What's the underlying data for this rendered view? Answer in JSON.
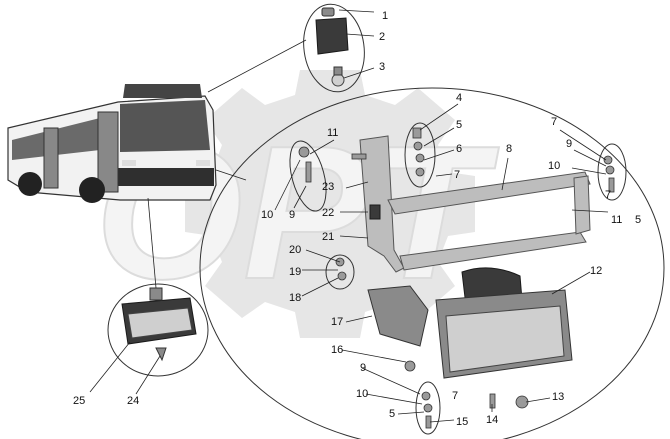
{
  "colors": {
    "background": "#ffffff",
    "watermark": "#e6e6e6",
    "part_dark": "#3a3a3a",
    "part_light": "#cfcfcf",
    "label_text": "#111111"
  },
  "icons": {
    "bus": "bus-icon",
    "roof-lamp": "roof-lamp-icon",
    "fog-lamp": "fog-lamp-icon",
    "headlamp": "headlamp-icon",
    "turn-signal-lens": "turn-signal-lens-icon",
    "mounting-bracket": "mounting-bracket-icon",
    "bulb": "bulb-icon",
    "bolt": "bolt-icon",
    "washer": "washer-icon",
    "nut": "nut-icon"
  },
  "watermark_text": "OPT",
  "callouts": [
    {
      "text": "1"
    },
    {
      "text": "2"
    },
    {
      "text": "3"
    },
    {
      "text": "4"
    },
    {
      "text": "5"
    },
    {
      "text": "6"
    },
    {
      "text": "7"
    },
    {
      "text": "8"
    },
    {
      "text": "7"
    },
    {
      "text": "9"
    },
    {
      "text": "10"
    },
    {
      "text": "11"
    },
    {
      "text": "5"
    },
    {
      "text": "11"
    },
    {
      "text": "10"
    },
    {
      "text": "9"
    },
    {
      "text": "23"
    },
    {
      "text": "22"
    },
    {
      "text": "21"
    },
    {
      "text": "20"
    },
    {
      "text": "19"
    },
    {
      "text": "18"
    },
    {
      "text": "12"
    },
    {
      "text": "17"
    },
    {
      "text": "16"
    },
    {
      "text": "9"
    },
    {
      "text": "7"
    },
    {
      "text": "10"
    },
    {
      "text": "5"
    },
    {
      "text": "15"
    },
    {
      "text": "14"
    },
    {
      "text": "13"
    },
    {
      "text": "25"
    },
    {
      "text": "24"
    },
    {
      "text": "7"
    }
  ]
}
